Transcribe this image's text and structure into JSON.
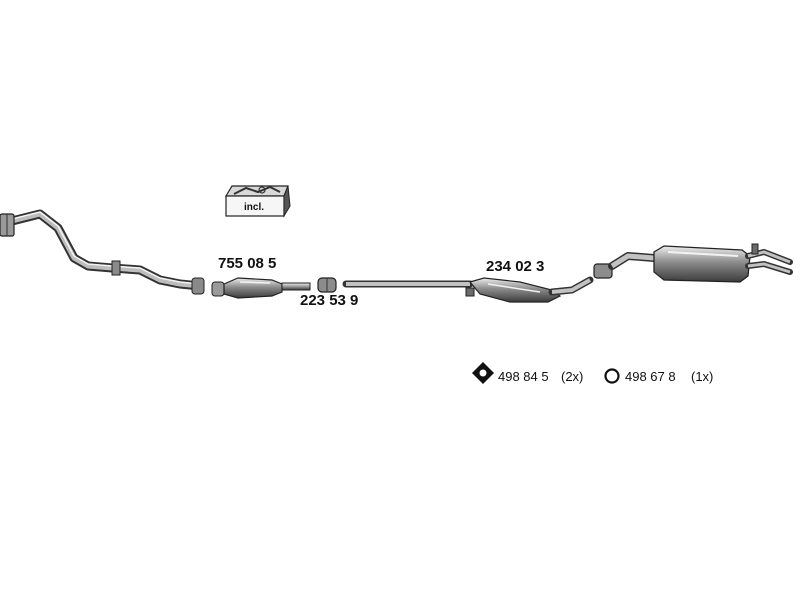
{
  "parts": [
    {
      "number": "755 08 5"
    },
    {
      "number": "223 53 9"
    },
    {
      "number": "234 02 3"
    }
  ],
  "kit_badge": {
    "text": "incl."
  },
  "hardware": [
    {
      "number": "498 84 5",
      "qty": "(2x)",
      "icon": "rubber-hanger-icon"
    },
    {
      "number": "498 67 8",
      "qty": "(1x)",
      "icon": "ring-gasket-icon"
    }
  ]
}
